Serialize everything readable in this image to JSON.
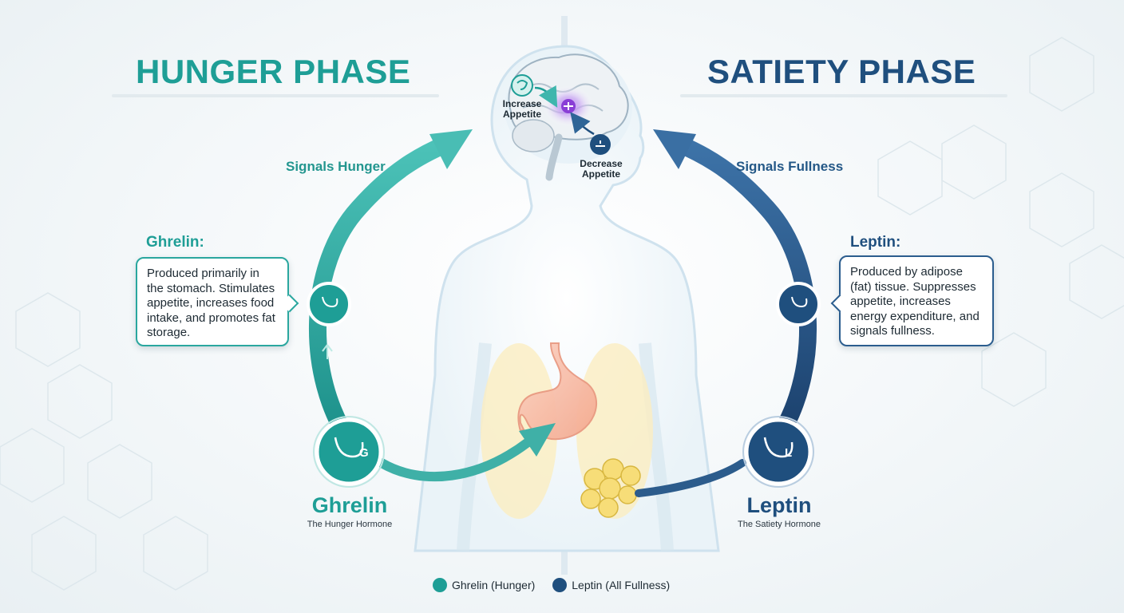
{
  "titles": {
    "hunger_phase": "HUNGER PHASE",
    "satiety_phase": "SATIETY PHASE"
  },
  "signals": {
    "hunger": "Signals Hunger",
    "fullness": "Signals Fullness"
  },
  "brain": {
    "increase": "Increase Appetite",
    "decrease": "Decrease Appetite"
  },
  "ghrelin": {
    "heading": "Ghrelin:",
    "description": "Produced primarily in the stomach. Stimulates appetite, increases food intake, and promotes fat storage.",
    "name": "Ghrelin",
    "subtitle": "The Hunger Hormone",
    "badge_letter": "G"
  },
  "leptin": {
    "heading": "Leptin:",
    "description": "Produced by adipose (fat) tissue. Suppresses appetite, increases energy expenditure, and signals fullness.",
    "name": "Leptin",
    "subtitle": "The Satiety Hormone",
    "badge_letter": "L"
  },
  "legend": {
    "ghrelin": "Ghrelin (Hunger)",
    "leptin": "Leptin (All Fullness)"
  },
  "colors": {
    "ghrelin": "#1e9e96",
    "leptin": "#1f4f7e",
    "brain_center": "#8a3fd6"
  }
}
